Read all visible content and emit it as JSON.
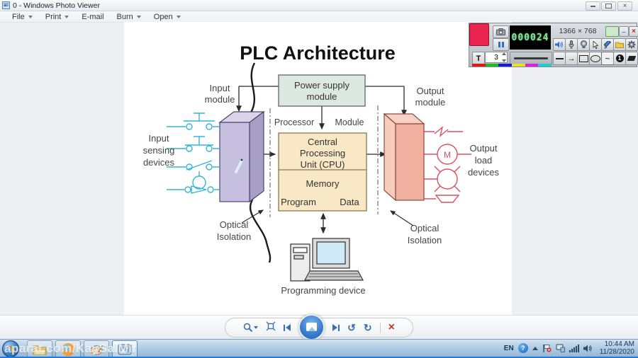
{
  "window": {
    "title": "0 - Windows Photo Viewer"
  },
  "menu": {
    "file": "File",
    "print": "Print",
    "email": "E-mail",
    "burn": "Burn",
    "open": "Open"
  },
  "diagram": {
    "title": "PLC Architecture",
    "power_line1": "Power supply",
    "power_line2": "module",
    "processor": "Processor",
    "module": "Module",
    "cpu_line1": "Central",
    "cpu_line2": "Processing",
    "cpu_line3": "Unit (CPU)",
    "memory": "Memory",
    "program": "Program",
    "data": "Data",
    "input_module_1": "Input",
    "input_module_2": "module",
    "output_module_1": "Output",
    "output_module_2": "module",
    "input_sensing_1": "Input",
    "input_sensing_2": "sensing",
    "input_sensing_3": "devices",
    "output_load_1": "Output",
    "output_load_2": "load",
    "output_load_3": "devices",
    "optical_left_1": "Optical",
    "optical_left_2": "Isolation",
    "optical_right_1": "Optical",
    "optical_right_2": "Isolation",
    "motor_label": "M",
    "programming_device": "Programming device",
    "colors": {
      "power_fill": "#dce9e0",
      "cpu_fill": "#f9e8c6",
      "input_front": "#c6bfdf",
      "output_front": "#f2b0a0",
      "input_symbols": "#35b4d7",
      "output_symbols": "#d95060"
    }
  },
  "recorder": {
    "timer": "000024",
    "resolution": "1366 × 768",
    "text_tool": "T",
    "thickness": "3",
    "number_tool": "1",
    "palette": [
      "#e01818",
      "#18c018",
      "#1818e0",
      "#e8e020",
      "#e020e0",
      "#20d0d0"
    ]
  },
  "taskbar": {
    "watermark": "aparat.com/KaySaiMir",
    "language": "EN",
    "time": "10:44 AM",
    "date": "11/28/2020"
  }
}
